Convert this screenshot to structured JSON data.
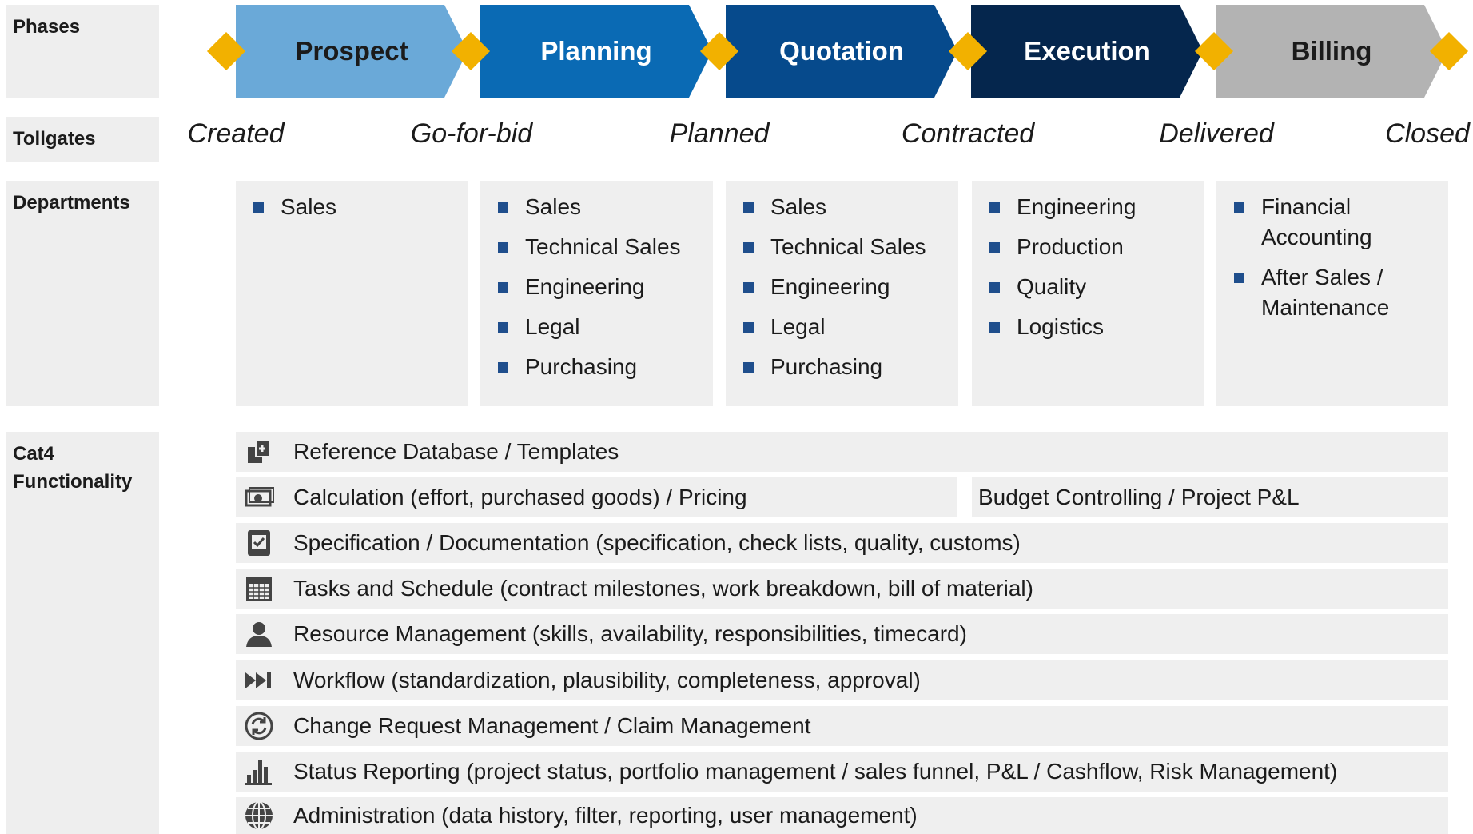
{
  "labels": {
    "phases": "Phases",
    "tollgates": "Tollgates",
    "departments": "Departments",
    "functionality": "Cat4\nFunctionality"
  },
  "phases": [
    {
      "name": "Prospect",
      "color": "#6aa9d8",
      "text_color": "#1b1b1b"
    },
    {
      "name": "Planning",
      "color": "#0a6ab4",
      "text_color": "#ffffff"
    },
    {
      "name": "Quotation",
      "color": "#064a8c",
      "text_color": "#ffffff"
    },
    {
      "name": "Execution",
      "color": "#05264d",
      "text_color": "#ffffff"
    },
    {
      "name": "Billing",
      "color": "#b3b3b3",
      "text_color": "#1b1b1b"
    }
  ],
  "tollgate_color": "#f2b100",
  "tollgates": [
    "Created",
    "Go-for-bid",
    "Planned",
    "Contracted",
    "Delivered",
    "Closed"
  ],
  "departments": [
    [
      "Sales"
    ],
    [
      "Sales",
      "Technical Sales",
      "Engineering",
      "Legal",
      "Purchasing"
    ],
    [
      "Sales",
      "Technical Sales",
      "Engineering",
      "Legal",
      "Purchasing"
    ],
    [
      "Engineering",
      "Production",
      "Quality",
      "Logistics"
    ],
    [
      "Financial Accounting",
      "After Sales / Maintenance"
    ]
  ],
  "functionality": [
    {
      "icon": "database-template-icon",
      "text": "Reference Database / Templates"
    },
    {
      "icon": "money-icon",
      "text": "Calculation (effort, purchased goods) / Pricing",
      "extra": "Budget Controlling / Project P&L"
    },
    {
      "icon": "checklist-icon",
      "text": "Specification / Documentation (specification, check lists, quality, customs)"
    },
    {
      "icon": "calendar-icon",
      "text": "Tasks and Schedule (contract milestones, work breakdown, bill of material)"
    },
    {
      "icon": "person-icon",
      "text": "Resource Management (skills, availability, responsibilities, timecard)"
    },
    {
      "icon": "fast-forward-icon",
      "text": "Workflow (standardization, plausibility, completeness, approval)"
    },
    {
      "icon": "refresh-icon",
      "text": "Change Request Management / Claim Management"
    },
    {
      "icon": "bar-chart-icon",
      "text": "Status Reporting (project status, portfolio management / sales funnel, P&L / Cashflow, Risk Management)"
    },
    {
      "icon": "globe-icon",
      "text": "Administration (data history, filter, reporting, user management)"
    }
  ]
}
